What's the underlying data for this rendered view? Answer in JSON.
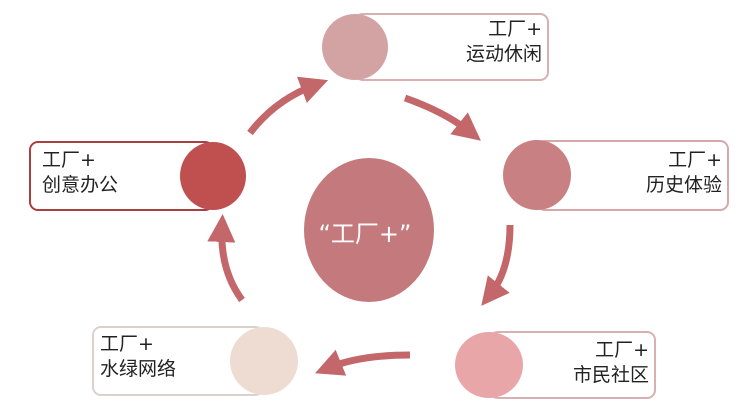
{
  "center": {
    "label": "“工厂+”",
    "color": "#c47a7c"
  },
  "nodes": [
    {
      "line1": "工厂+",
      "line2": "运动休闲",
      "color": "#d3a3a4",
      "border": "#d9b0b0"
    },
    {
      "line1": "工厂+",
      "line2": "历史体验",
      "color": "#c98082",
      "border": "#d7a8a9"
    },
    {
      "line1": "工厂+",
      "line2": "市民社区",
      "color": "#e8a6a9",
      "border": "#d8b0b2"
    },
    {
      "line1": "工厂+",
      "line2": "水绿网络",
      "color": "#eedcd3",
      "border": "#dcd0cc"
    },
    {
      "line1": "工厂+",
      "line2": "创意办公",
      "color": "#c0504f",
      "border": "#a8403f"
    }
  ],
  "arrow_color": "#c3676b"
}
